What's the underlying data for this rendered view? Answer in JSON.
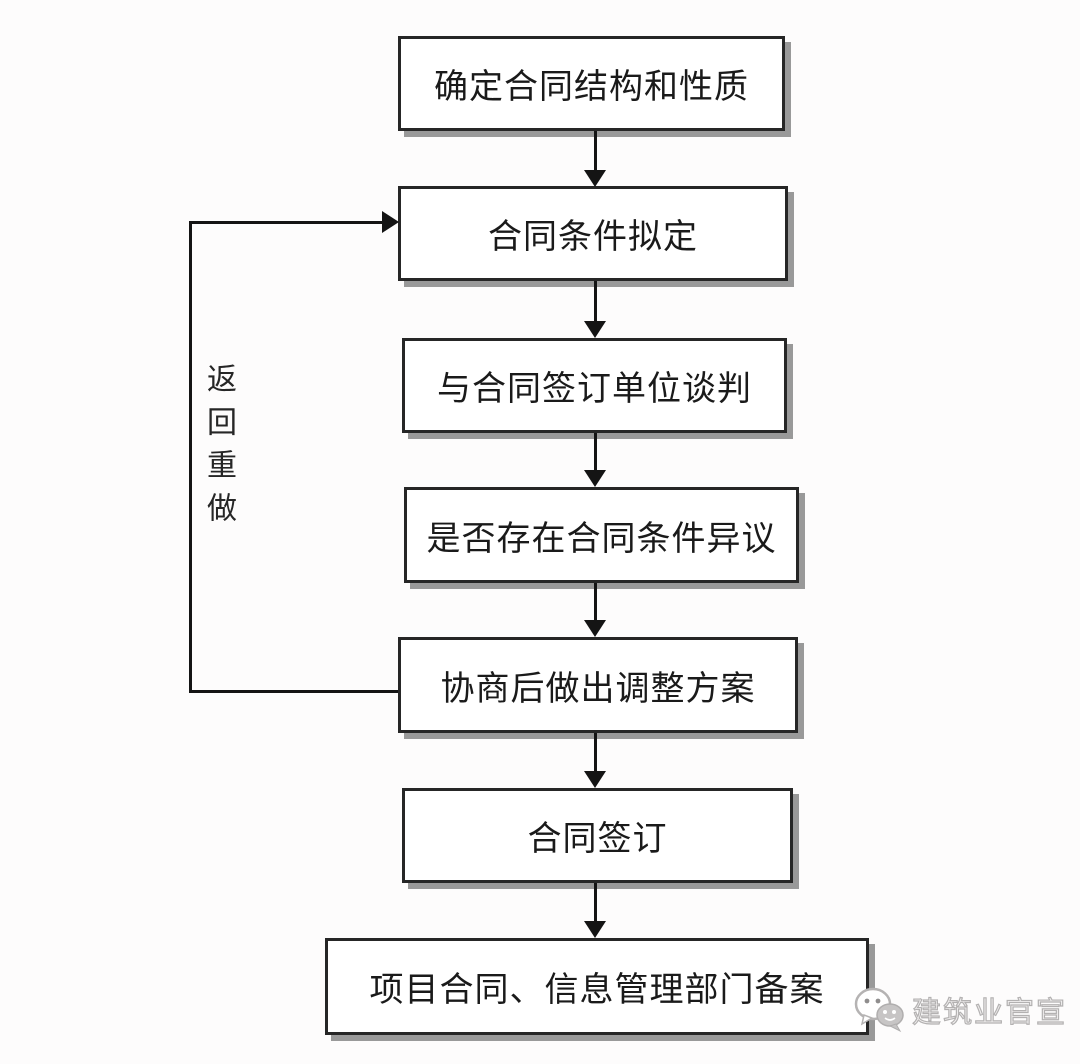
{
  "flowchart": {
    "steps": [
      {
        "id": 1,
        "label": "确定合同结构和性质"
      },
      {
        "id": 2,
        "label": "合同条件拟定"
      },
      {
        "id": 3,
        "label": "与合同签订单位谈判"
      },
      {
        "id": 4,
        "label": "是否存在合同条件异议"
      },
      {
        "id": 5,
        "label": "协商后做出调整方案"
      },
      {
        "id": 6,
        "label": "合同签订"
      },
      {
        "id": 7,
        "label": "项目合同、信息管理部门备案"
      }
    ],
    "connections": [
      {
        "from": 1,
        "to": 2,
        "type": "arrow"
      },
      {
        "from": 2,
        "to": 3,
        "type": "arrow"
      },
      {
        "from": 3,
        "to": 4,
        "type": "arrow"
      },
      {
        "from": 4,
        "to": 5,
        "type": "arrow"
      },
      {
        "from": 5,
        "to": 6,
        "type": "arrow"
      },
      {
        "from": 6,
        "to": 7,
        "type": "arrow"
      },
      {
        "from": 5,
        "to": 2,
        "type": "feedback-loop",
        "label": "返回重做"
      }
    ],
    "loop": {
      "label": "返回重做"
    }
  },
  "watermark": {
    "icon": "wechat-icon",
    "text": "建筑业官宣"
  },
  "colors": {
    "background": "#fdfcfc",
    "box_fill": "#ffffff",
    "box_border": "#262626",
    "box_shadow": "#808080",
    "line": "#141414",
    "text": "#1a1a1a",
    "watermark": "#b3b1b1"
  }
}
